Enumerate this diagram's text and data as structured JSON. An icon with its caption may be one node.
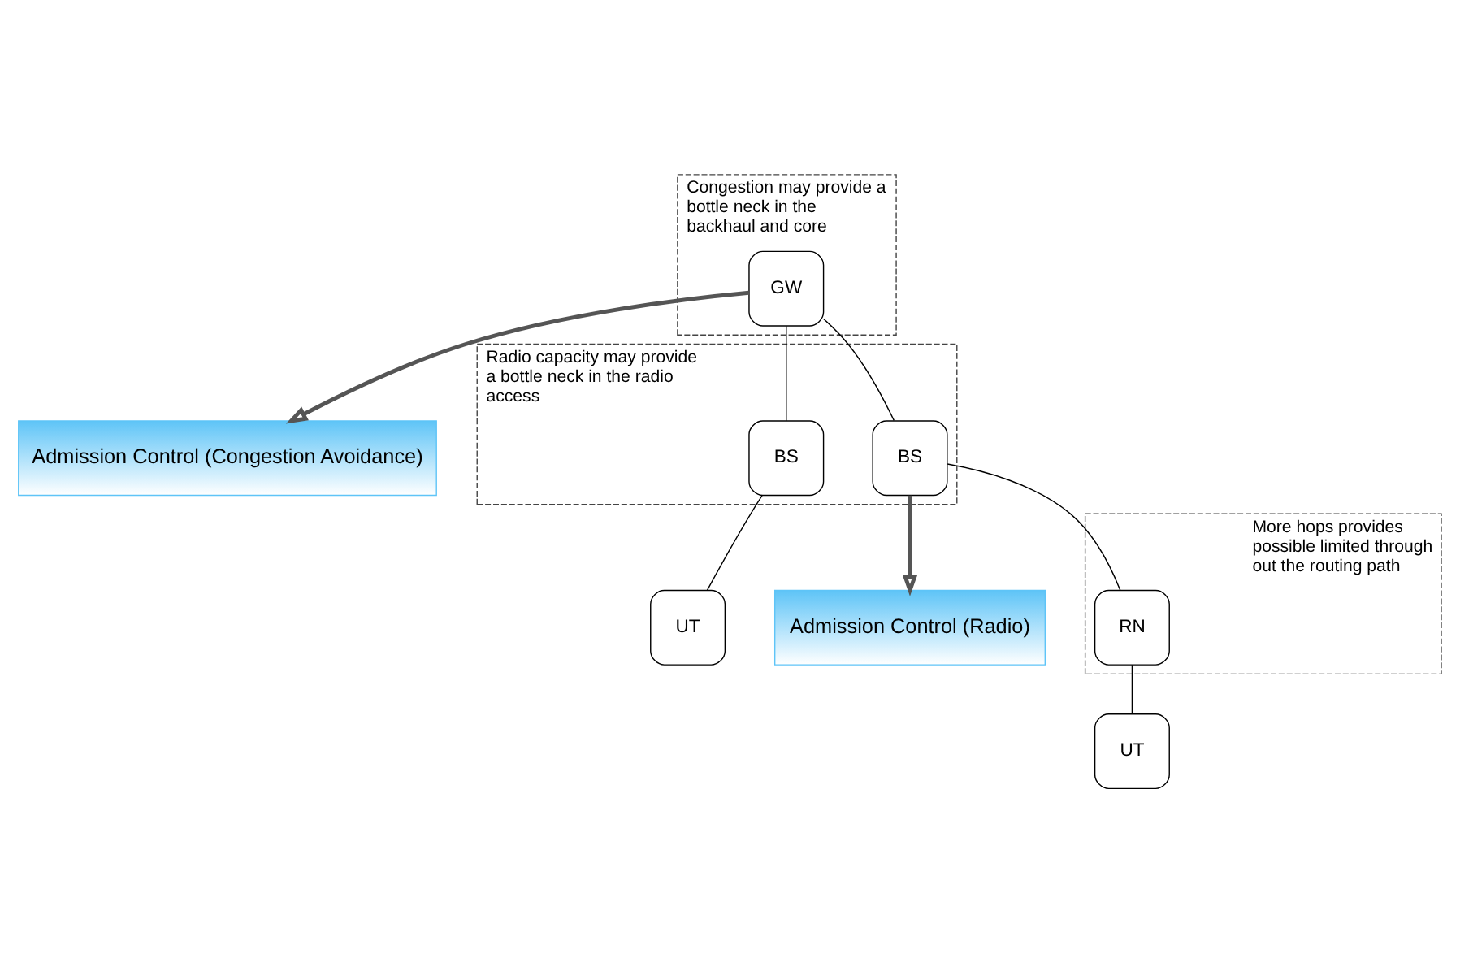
{
  "diagram": {
    "nodes": [
      {
        "text": [
          "Congestion may provide a bottle neck in the backhaul and core"
        ]
      },
      {
        "text": [
          "GW"
        ],
        "in": 0
      },
      {
        "text": [
          "Admission Control (Congestion Avoidance)"
        ]
      },
      {
        "text": [
          "Radio capacity may provide a bottle neck in the radio access"
        ]
      },
      {
        "text": [
          "BS"
        ],
        "in": 3
      },
      {
        "text": [
          "BS"
        ],
        "in": 3
      },
      {
        "text": [
          "Admission Control (Radio)"
        ]
      },
      {
        "text": [
          "More hops provides possible limited through out the routing path"
        ]
      },
      {
        "text": [
          "RN"
        ],
        "in": 7
      },
      {
        "text": [
          "UT"
        ]
      },
      {
        "text": [
          "UT"
        ]
      }
    ],
    "edges": [
      {
        "from": 1,
        "to": 2,
        "arrow": "to",
        "style": "thick"
      },
      {
        "from": 1,
        "to": 4,
        "arrow": "none"
      },
      {
        "from": 1,
        "to": 5,
        "arrow": "none"
      },
      {
        "from": 5,
        "to": 6,
        "arrow": "to",
        "style": "thick"
      },
      {
        "from": 4,
        "to": 9,
        "arrow": "none"
      },
      {
        "from": 5,
        "to": 8,
        "arrow": "none"
      },
      {
        "from": 8,
        "to": 10,
        "arrow": "none"
      }
    ]
  }
}
